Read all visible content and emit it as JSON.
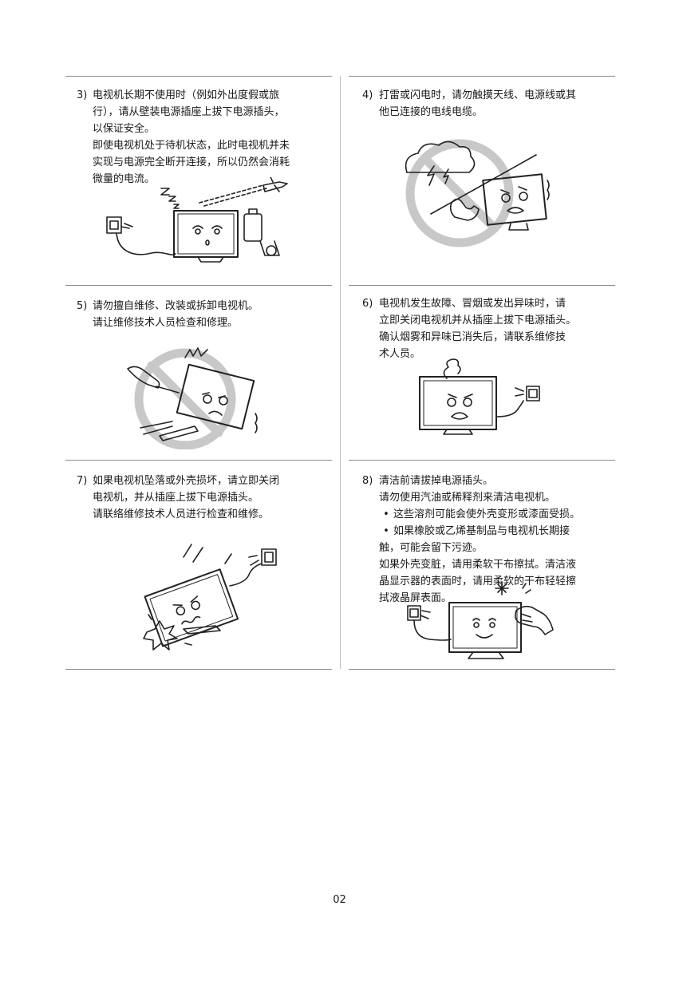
{
  "sections": [
    {
      "number": "3)",
      "lines": [
        "电视机长期不使用时（例如外出度假或旅",
        "行），请从壁装电源插座上拔下电源插头，",
        "以保证安全。",
        "即使电视机处于待机状态，此时电视机并未",
        "实现与电源完全断开连接，所以仍然会消耗",
        "微量的电流。"
      ]
    },
    {
      "number": "4)",
      "lines": [
        "打雷或闪电时，请勿触摸天线、电源线或其",
        "他已连接的电线电缆。"
      ]
    },
    {
      "number": "5)",
      "lines": [
        "请勿擅自维修、改装或拆卸电视机。",
        "请让维修技术人员检查和修理。"
      ]
    },
    {
      "number": "6)",
      "lines": [
        "电视机发生故障、冒烟或发出异味时，请",
        "立即关闭电视机并从插座上拔下电源插头。",
        "确认烟雾和异味已消失后，请联系维修技",
        "术人员。"
      ]
    },
    {
      "number": "7)",
      "lines": [
        "如果电视机坠落或外壳损坏，请立即关闭",
        "电视机，并从插座上拔下电源插头。",
        "请联络维修技术人员进行检查和维修。"
      ]
    },
    {
      "number": "8)",
      "lines": [
        "清洁前请拔掉电源插头。",
        "请勿使用汽油或稀释剂来清洁电视机。"
      ],
      "bullets": [
        "这些溶剂可能会使外壳变形或漆面受损。",
        "如果橡胶或乙烯基制品与电视机长期接"
      ],
      "after_lines": [
        "触，可能会留下污迹。",
        "如果外壳变脏，请用柔软干布擦拭。清洁液",
        "晶显示器的表面时，请用柔软的干布轻轻擦",
        "拭液晶屏表面。"
      ],
      "bullet_symbol": "•"
    }
  ],
  "illustrations": {
    "s3": "tv-sleeping-unplugged-icon",
    "s4": "no-touch-during-lightning-icon",
    "s5": "no-disassembly-icon",
    "s6": "smoking-tv-unplug-icon",
    "s7": "dropped-tv-unplug-icon",
    "s8": "cleaning-tv-icon"
  },
  "page_number": "02",
  "colors": {
    "rule": "#8c8c8c",
    "prohibit": "#c8c8c8",
    "text": "#1a1a1a"
  }
}
